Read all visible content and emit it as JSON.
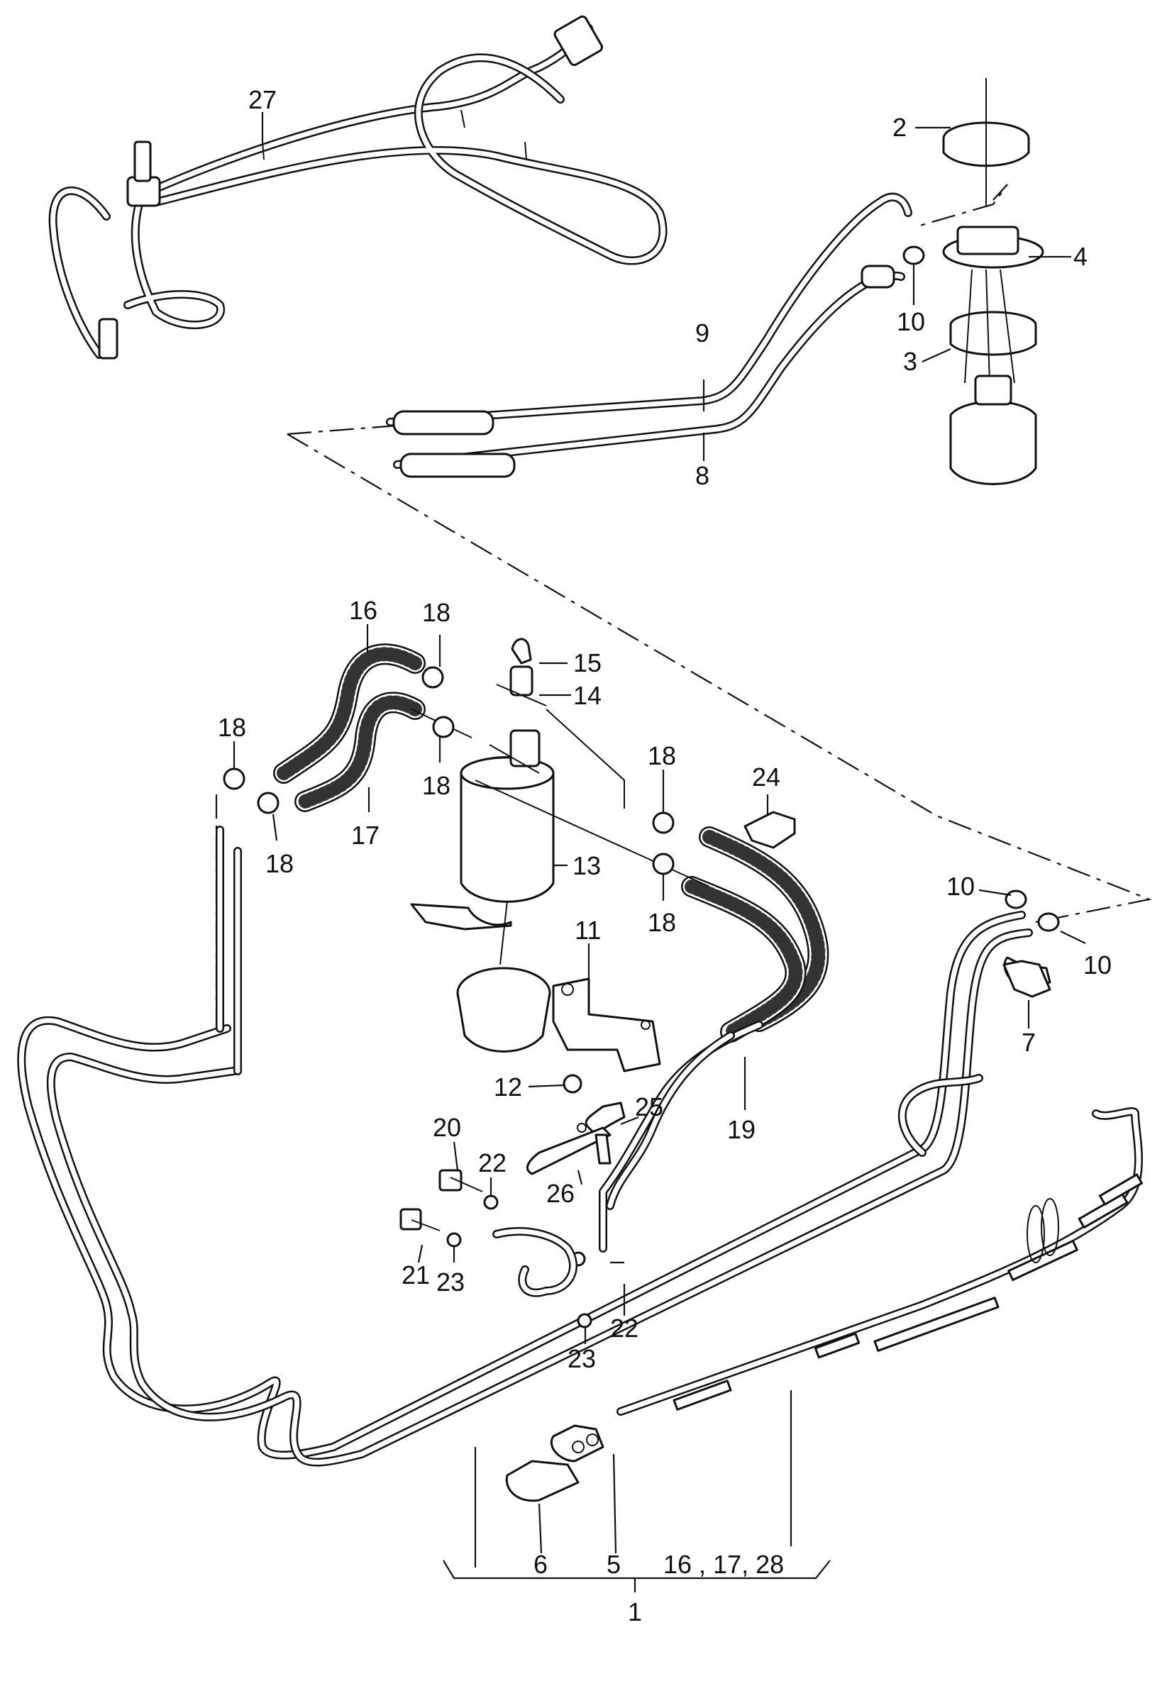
{
  "labels": {
    "l1": "1",
    "l2": "2",
    "l3": "3",
    "l4": "4",
    "l5": "5",
    "l6": "6",
    "l7": "7",
    "l8": "8",
    "l9": "9",
    "l10a": "10",
    "l10b": "10",
    "l10c": "10",
    "l11": "11",
    "l12": "12",
    "l13": "13",
    "l14": "14",
    "l15": "15",
    "l16": "16",
    "l17": "17",
    "l18a": "18",
    "l18b": "18",
    "l18c": "18",
    "l18d": "18",
    "l18e": "18",
    "l18f": "18",
    "l19": "19",
    "l20": "20",
    "l21": "21",
    "l22a": "22",
    "l22b": "22",
    "l23a": "23",
    "l23b": "23",
    "l24": "24",
    "l25": "25",
    "l26": "26",
    "l27": "27",
    "l_group": "16 , 17,  28"
  }
}
